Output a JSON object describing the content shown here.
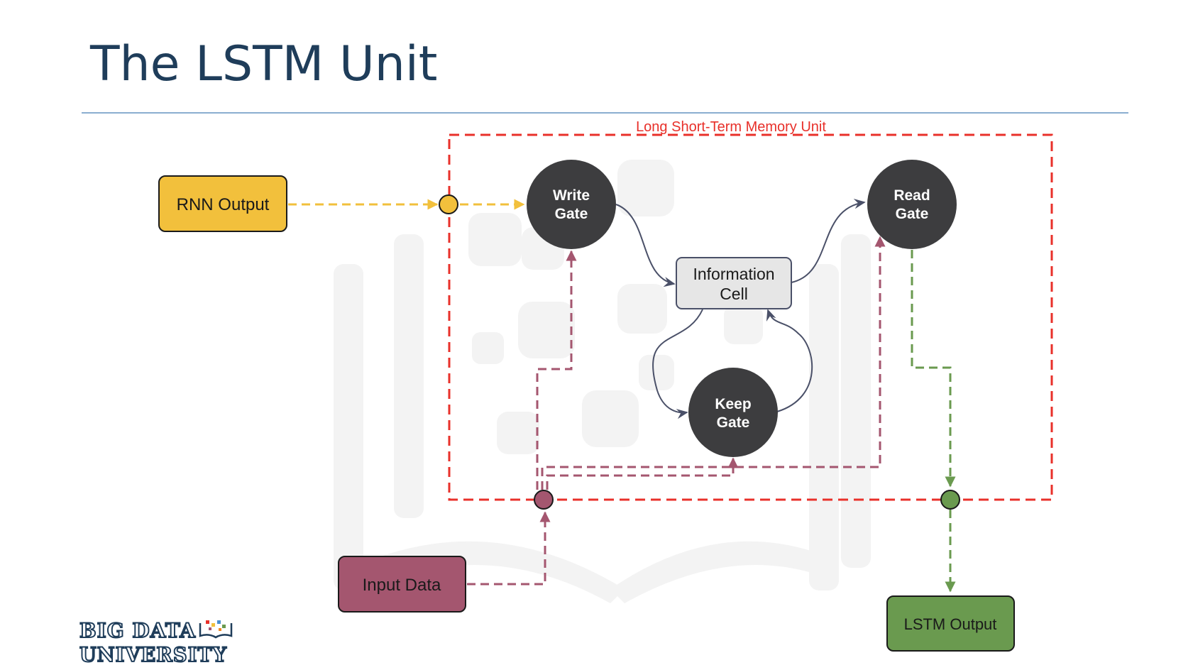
{
  "slide": {
    "title": "The LSTM Unit"
  },
  "diagram": {
    "container_label": "Long Short-Term Memory Unit",
    "nodes": {
      "rnn_output": "RNN Output",
      "write_gate": [
        "Write",
        "Gate"
      ],
      "read_gate": [
        "Read",
        "Gate"
      ],
      "information_cell": [
        "Information",
        "Cell"
      ],
      "keep_gate": [
        "Keep",
        "Gate"
      ],
      "input_data": "Input Data",
      "lstm_output": "LSTM Output"
    }
  },
  "logo": {
    "line1": "BIG DATA",
    "line2": "UNIVERSITY"
  },
  "colors": {
    "title": "#1f3d5a",
    "container_border": "#e8302a",
    "rnn_output": "#f2c03c",
    "input_data": "#a4566f",
    "lstm_output": "#6a9a4f",
    "gate": "#3d3d3f",
    "information_cell": "#e6e6e6",
    "curve": "#4a5068"
  }
}
